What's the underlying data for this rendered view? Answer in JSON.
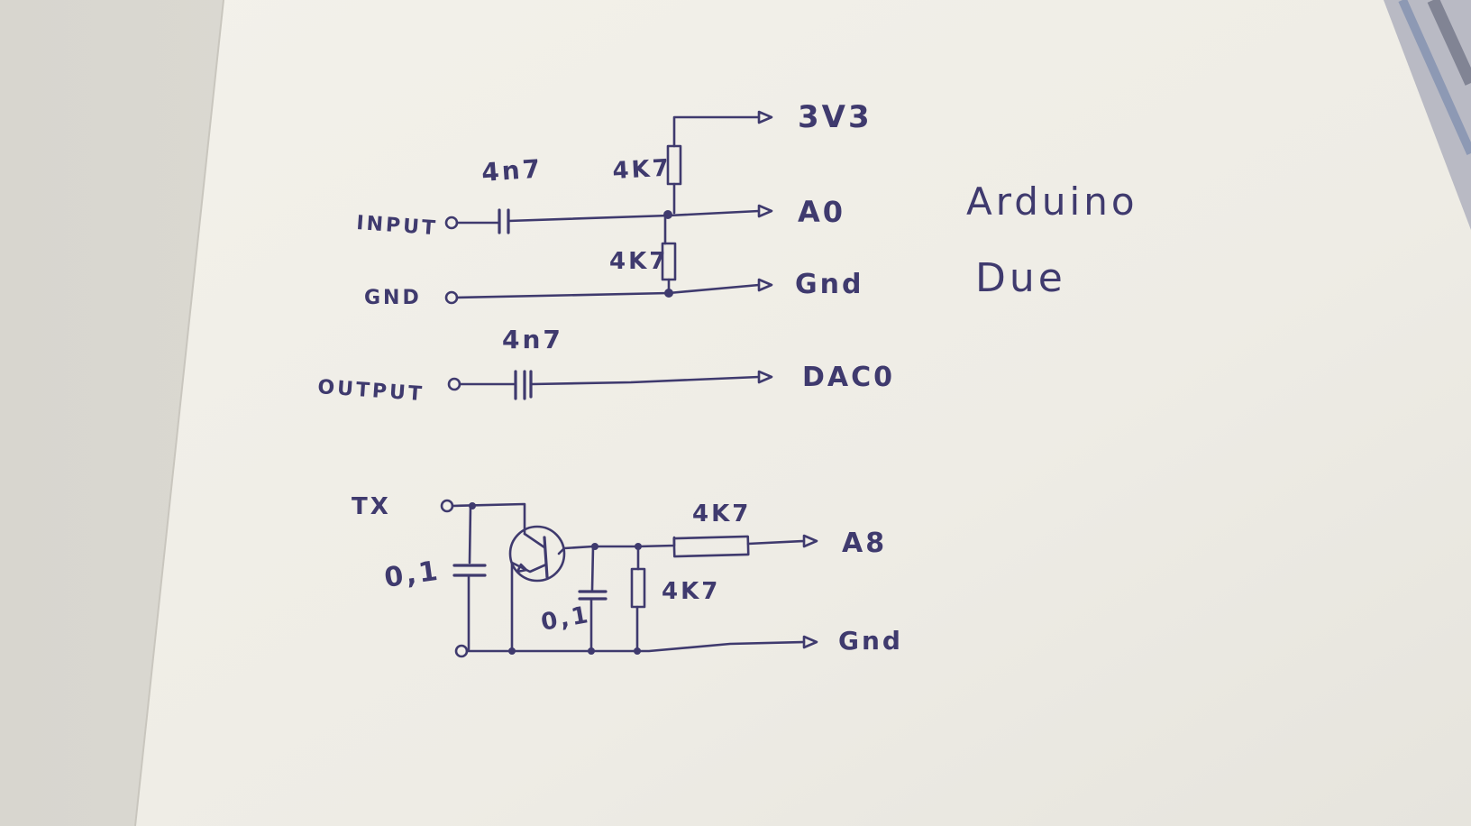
{
  "schematic": {
    "supply_label": "3V3",
    "input_label": "INPUT",
    "gnd_label": "GND",
    "output_label": "OUTPUT",
    "input_cap_value": "4n7",
    "upper_resistor_value": "4K7",
    "lower_resistor_value": "4K7",
    "output_cap_value": "4n7",
    "a0_label": "A0",
    "gnd_pin_label": "Gnd",
    "dac_label": "DAC0",
    "board_line1": "Arduino",
    "board_line2": "Due"
  },
  "tx_circuit": {
    "tx_label": "TX",
    "input_cap_value": "0,1",
    "filter_cap_value": "0,1",
    "series_resistor_value": "4K7",
    "shunt_resistor_value": "4K7",
    "a8_label": "A8",
    "gnd_label": "Gnd"
  },
  "colors": {
    "ink": "#3f3a6e",
    "paper": "#efede6",
    "background": "#c9c7c0"
  }
}
